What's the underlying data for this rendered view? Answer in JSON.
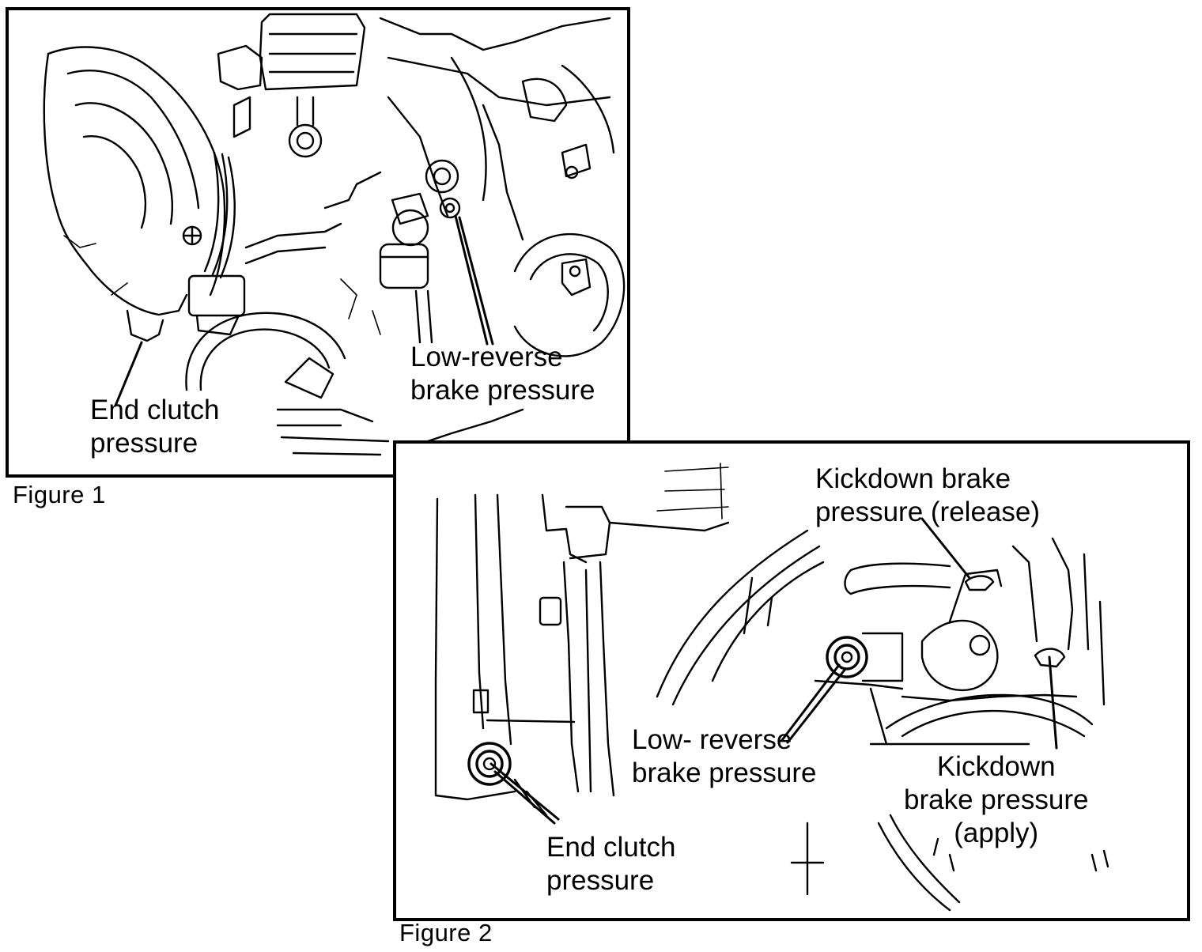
{
  "figure1": {
    "caption": "Figure 1",
    "labels": {
      "end_clutch": [
        "End  clutch",
        "pressure"
      ],
      "low_reverse": [
        "Low-reverse",
        "brake pressure"
      ]
    }
  },
  "figure2": {
    "caption": "Figure 2",
    "labels": {
      "kickdown_release": [
        "Kickdown  brake",
        "pressure (release)"
      ],
      "low_reverse": [
        "Low- reverse",
        "brake pressure"
      ],
      "kickdown_apply": [
        "Kickdown",
        "brake pressure",
        "(apply)"
      ],
      "end_clutch": [
        "End clutch",
        "pressure"
      ]
    }
  }
}
